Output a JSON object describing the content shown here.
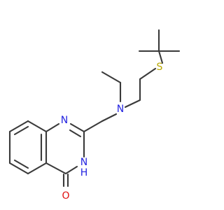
{
  "molecule": {
    "atoms": [
      {
        "id": "S",
        "label": "S",
        "color": "#b8a800"
      },
      {
        "id": "N_amine",
        "label": "N",
        "color": "#2424e0"
      },
      {
        "id": "N_ring",
        "label": "N",
        "color": "#2424e0"
      },
      {
        "id": "NH_ring",
        "label": "N",
        "color": "#2424e0"
      },
      {
        "id": "H_ring",
        "label": "H",
        "color": "#2424e0"
      },
      {
        "id": "O_carbonyl",
        "label": "O",
        "color": "#e01010"
      }
    ],
    "bond_color": "#3a3a3a"
  }
}
